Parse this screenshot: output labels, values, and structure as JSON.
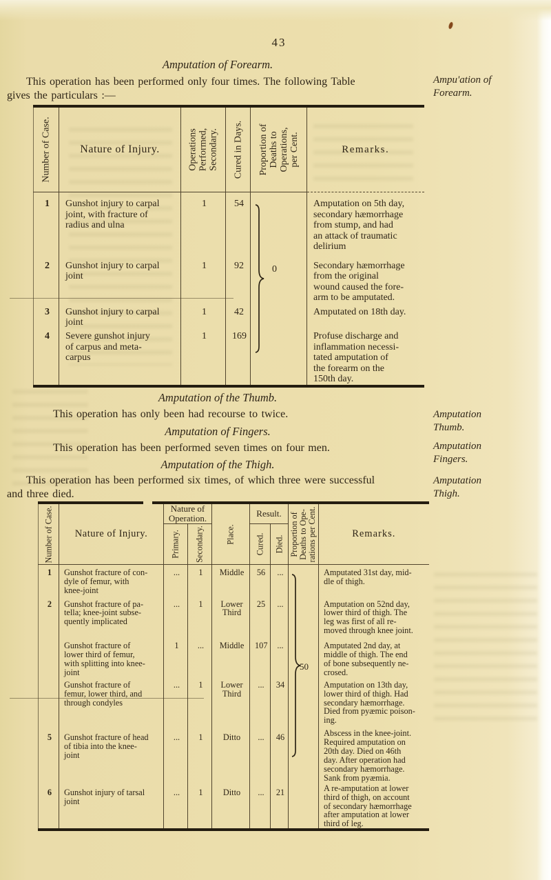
{
  "page": {
    "number": "43"
  },
  "colors": {
    "paper": "#ecdfad",
    "ink": "#2f2517",
    "rule": "#241d10"
  },
  "forearm": {
    "heading": "Amputation of Forearm.",
    "intro": "This operation has been performed only four times.  The following Table\ngives the particulars :—",
    "margin_note": "Ampu'ation of\nForearm."
  },
  "table1": {
    "headers": {
      "case": "Number of Case.",
      "injury": "Nature of Injury.",
      "operations": "Operations\nPerformed,\nSecondary.",
      "cured": "Cured in Days.",
      "proportion": "Proportion of\nDeaths to\nOperations,\nper Cent.",
      "remarks": "Remarks."
    },
    "rows": [
      {
        "case": "1",
        "injury": "Gunshot injury to carpal\njoint, with fracture of\nradius and ulna",
        "operations": "1",
        "cured": "54",
        "remarks": "Amputation on 5th day,\nsecondary hæmorrhage\nfrom stump, and had\nan attack of traumatic\ndelirium"
      },
      {
        "case": "2",
        "injury": "Gunshot injury to carpal\njoint",
        "operations": "1",
        "cured": "92",
        "remarks": "Secondary hæmorrhage\nfrom the original\nwound caused the fore-\narm to be amputated."
      },
      {
        "case": "3",
        "injury": "Gunshot injury to carpal\njoint",
        "operations": "1",
        "cured": "42",
        "remarks": "Amputated on 18th day."
      },
      {
        "case": "4",
        "injury": "Severe gunshot injury\nof carpus and meta-\ncarpus",
        "operations": "1",
        "cured": "169",
        "remarks": "Profuse discharge and\ninflammation necessi-\ntated amputation of\nthe forearm on the\n150th day."
      }
    ],
    "proportion_value": "0"
  },
  "thumb": {
    "heading": "Amputation of the Thumb.",
    "text": "This operation has only been had recourse to twice.",
    "margin_note": "Amputation\nThumb."
  },
  "fingers": {
    "heading": "Amputation of Fingers.",
    "text": "This operation has been performed seven times on four men.",
    "margin_note": "Amputation\nFingers."
  },
  "thigh": {
    "heading": "Amputation of the Thigh.",
    "text": "This operation has been performed six times, of which three were successful\nand three died.",
    "margin_note": "Amputation\nThigh."
  },
  "table2": {
    "headers": {
      "case": "Number of Case.",
      "injury": "Nature of Injury.",
      "operation_group": "Nature of\nOperation.",
      "primary": "Primary.",
      "secondary": "Secondary.",
      "place": "Place.",
      "result_group": "Result.",
      "cured": "Cured.",
      "died": "Died.",
      "proportion": "Proportion of\nDeaths to Ope-\nrations per Cent.",
      "remarks": "Remarks."
    },
    "rows": [
      {
        "case": "1",
        "injury": "Gunshot fracture of con-\ndyle of femur, with\nknee-joint",
        "primary": "...",
        "secondary": "1",
        "place": "Middle",
        "cured": "56",
        "died": "...",
        "remarks": "Amputated 31st day, mid-\ndle of thigh."
      },
      {
        "case": "2",
        "injury": "Gunshot fracture of pa-\ntella; knee-joint subse-\nquently implicated",
        "primary": "...",
        "secondary": "1",
        "place": "Lower\nThird",
        "cured": "25",
        "died": "...",
        "remarks": "Amputation on 52nd day,\nlower third of thigh.  The\nleg was first of all re-\nmoved through knee joint."
      },
      {
        "case": "",
        "injury": "Gunshot fracture of\nlower third of femur,\nwith splitting into knee-\njoint",
        "primary": "1",
        "secondary": "...",
        "place": "Middle",
        "cured": "107",
        "died": "...",
        "remarks": "Amputated 2nd day, at\nmiddle of thigh.  The end\nof bone subsequently ne-\ncrosed."
      },
      {
        "case": "",
        "injury": "Gunshot fracture of\nfemur, lower third, and\nthrough condyles",
        "primary": "...",
        "secondary": "1",
        "place": "Lower\nThird",
        "cured": "...",
        "died": "34",
        "remarks": "Amputation on 13th day,\nlower third of thigh. Had\nsecondary hæmorrhage.\nDied from pyæmic poison-\ning."
      },
      {
        "case": "5",
        "injury": "Gunshot fracture of head\nof tibia into the knee-\njoint",
        "primary": "...",
        "secondary": "1",
        "place": "Ditto",
        "cured": "...",
        "died": "46",
        "remarks": "Abscess in the knee-joint.\nRequired amputation on\n20th day.  Died on 46th\nday.  After operation had\nsecondary hæmorrhage.\nSank from pyæmia."
      },
      {
        "case": "6",
        "injury": "Gunshot injury of tarsal\njoint",
        "primary": "...",
        "secondary": "1",
        "place": "Ditto",
        "cured": "...",
        "died": "21",
        "remarks": "A re-amputation at lower\nthird of thigh, on account\nof secondary hæmorrhage\nafter amputation at lower\nthird of leg."
      }
    ],
    "proportion_value": "50"
  }
}
